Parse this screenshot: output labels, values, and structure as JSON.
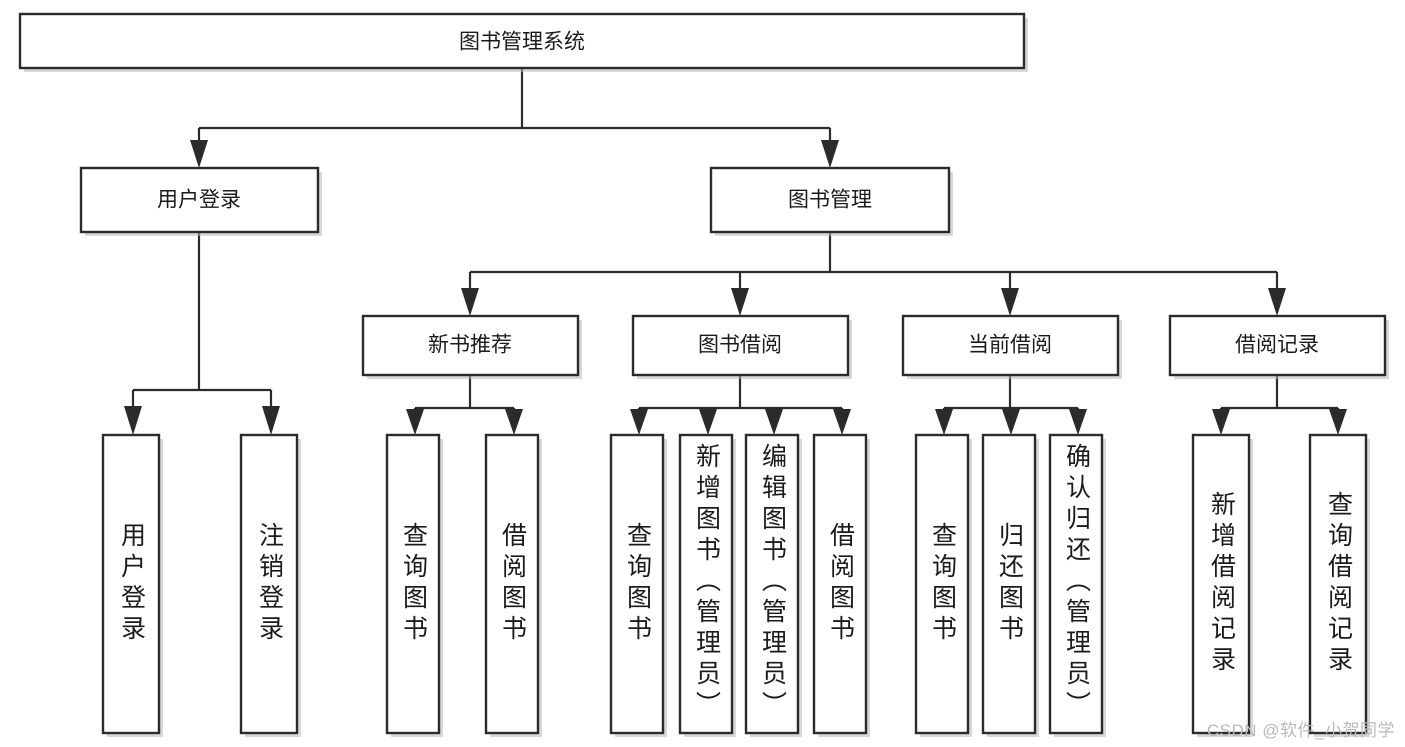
{
  "diagram": {
    "type": "tree-hierarchy-chart",
    "title": "图书管理系统",
    "watermark": "CSDN @软件_小贺同学",
    "colors": {
      "stroke": "#2b2b2b",
      "fill": "#ffffff",
      "shadow": "#b8b8b8",
      "text": "#1b1b1b",
      "watermark": "#b9b9b9"
    },
    "levels": [
      {
        "level": 1,
        "nodes": [
          {
            "id": "root",
            "label": "图书管理系统",
            "orientation": "horizontal"
          }
        ]
      },
      {
        "level": 2,
        "nodes": [
          {
            "id": "user-login",
            "label": "用户登录",
            "orientation": "horizontal",
            "parent": "root"
          },
          {
            "id": "book-manage",
            "label": "图书管理",
            "orientation": "horizontal",
            "parent": "root"
          }
        ]
      },
      {
        "level": 3,
        "nodes": [
          {
            "id": "new-book-rec",
            "label": "新书推荐",
            "orientation": "horizontal",
            "parent": "book-manage"
          },
          {
            "id": "book-borrow",
            "label": "图书借阅",
            "orientation": "horizontal",
            "parent": "book-manage"
          },
          {
            "id": "current-borrow",
            "label": "当前借阅",
            "orientation": "horizontal",
            "parent": "book-manage"
          },
          {
            "id": "borrow-record",
            "label": "借阅记录",
            "orientation": "horizontal",
            "parent": "book-manage"
          }
        ]
      },
      {
        "level": 4,
        "nodes": [
          {
            "id": "leaf-user-login",
            "label": "用户登录",
            "orientation": "vertical",
            "parent": "user-login"
          },
          {
            "id": "leaf-logout",
            "label": "注销登录",
            "orientation": "vertical",
            "parent": "user-login"
          },
          {
            "id": "leaf-query-book-1",
            "label": "查询图书",
            "orientation": "vertical",
            "parent": "new-book-rec"
          },
          {
            "id": "leaf-borrow-book-1",
            "label": "借阅图书",
            "orientation": "vertical",
            "parent": "new-book-rec"
          },
          {
            "id": "leaf-query-book-2",
            "label": "查询图书",
            "orientation": "vertical",
            "parent": "book-borrow"
          },
          {
            "id": "leaf-add-book",
            "label": "新增图书（管理员）",
            "orientation": "vertical",
            "parent": "book-borrow"
          },
          {
            "id": "leaf-edit-book",
            "label": "编辑图书（管理员）",
            "orientation": "vertical",
            "parent": "book-borrow"
          },
          {
            "id": "leaf-borrow-book-2",
            "label": "借阅图书",
            "orientation": "vertical",
            "parent": "book-borrow"
          },
          {
            "id": "leaf-query-book-3",
            "label": "查询图书",
            "orientation": "vertical",
            "parent": "current-borrow"
          },
          {
            "id": "leaf-return-book",
            "label": "归还图书",
            "orientation": "vertical",
            "parent": "current-borrow"
          },
          {
            "id": "leaf-confirm-return",
            "label": "确认归还（管理员）",
            "orientation": "vertical",
            "parent": "current-borrow"
          },
          {
            "id": "leaf-add-record",
            "label": "新增借阅记录",
            "orientation": "vertical",
            "parent": "borrow-record"
          },
          {
            "id": "leaf-query-record",
            "label": "查询借阅记录",
            "orientation": "vertical",
            "parent": "borrow-record"
          }
        ]
      }
    ]
  },
  "nodes": {
    "root": {
      "label": "图书管理系统"
    },
    "user_login": {
      "label": "用户登录"
    },
    "book_manage": {
      "label": "图书管理"
    },
    "new_book_rec": {
      "label": "新书推荐"
    },
    "book_borrow": {
      "label": "图书借阅"
    },
    "current_borrow": {
      "label": "当前借阅"
    },
    "borrow_record": {
      "label": "借阅记录"
    },
    "leaf_user_login": {
      "label": "用户登录"
    },
    "leaf_logout": {
      "label": "注销登录"
    },
    "leaf_query_book_1": {
      "label": "查询图书"
    },
    "leaf_borrow_book_1": {
      "label": "借阅图书"
    },
    "leaf_query_book_2": {
      "label": "查询图书"
    },
    "leaf_add_book": {
      "label": "新增图书（管理员）"
    },
    "leaf_edit_book": {
      "label": "编辑图书（管理员）"
    },
    "leaf_borrow_book_2": {
      "label": "借阅图书"
    },
    "leaf_query_book_3": {
      "label": "查询图书"
    },
    "leaf_return_book": {
      "label": "归还图书"
    },
    "leaf_confirm_return": {
      "label": "确认归还（管理员）"
    },
    "leaf_add_record": {
      "label": "新增借阅记录"
    },
    "leaf_query_record": {
      "label": "查询借阅记录"
    }
  },
  "watermark": {
    "text": "CSDN @软件_小贺同学"
  }
}
